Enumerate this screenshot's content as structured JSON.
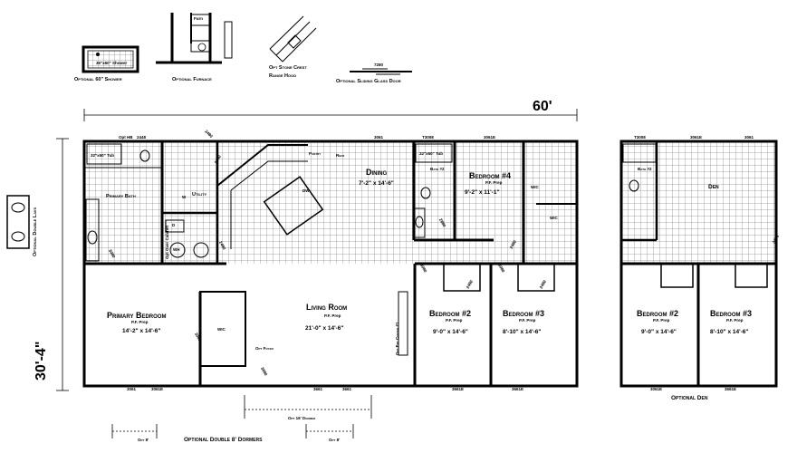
{
  "options": {
    "shower": "Optional 60\" Shower",
    "furnace": "Optional Furnace",
    "hood_line1": "Opt Stone Crest",
    "hood_line2": "Range Hood",
    "slider": "Optional Sliding Glass Door",
    "slider_size": "7280",
    "dormers": "Optional Double 8' Dormers",
    "dormer_16": "Opt 16' Dormer",
    "dormer_8a": "Opt 8'",
    "dormer_8b": "Opt 8'",
    "double_lavs": "Optional Double Lavs",
    "den_title": "Optional Den",
    "furnace_lbl": "Furn",
    "shower_size": "36\"x60\" Shower"
  },
  "dimensions": {
    "width": "60'",
    "depth": "30'-4\""
  },
  "rooms": {
    "primary_bedroom": {
      "name": "Primary Bedroom",
      "size": "14'-2\" x 14'-6\""
    },
    "living_room": {
      "name": "Living Room",
      "size": "21'-0\" x 14'-6\""
    },
    "dining": {
      "name": "Dining",
      "size": "7'-2\" x 14'-6\""
    },
    "bedroom4": {
      "name": "Bedroom #4",
      "size": "9'-2\" x 11'-1\""
    },
    "bedroom2": {
      "name": "Bedroom #2",
      "size": "9'-0\" x 14'-6\""
    },
    "bedroom3": {
      "name": "Bedroom #3",
      "size": "8'-10\" x 14'-6\""
    },
    "den": {
      "name": "Den"
    },
    "den_bedroom2": {
      "name": "Bedroom #2",
      "size": "9'-0\" x 14'-6\""
    },
    "den_bedroom3": {
      "name": "Bedroom #3",
      "size": "8'-10\" x 14'-6\""
    }
  },
  "labels": {
    "opt": "Opt",
    "pf_prep": "P.F. Prep",
    "primary_bath": "Primary Bath",
    "utility": "Utility",
    "pantry": "Pantry",
    "refr": "Refr",
    "bath2": "Bath #2",
    "bath2_den": "Bath #2",
    "wic": "WIC",
    "opt_ent_center": "Opt Ent Center #1",
    "opt_foyer": "Opt Foyer",
    "tub": "32\"x60\" Tub",
    "dw": "DW",
    "wh": "WH",
    "dryer": "D",
    "washer": "W",
    "opt_over_cabinet": "Opt Over Cabinet",
    "opt_hb": "Opt HB"
  },
  "windows": {
    "w2448": "2448",
    "w3061a": "3061",
    "wT3008": "T3008",
    "w3061E_a": "3061E",
    "w3061b": "3061",
    "w3061E_b": "3061E",
    "w3661": "3661",
    "w3661b": "3661",
    "w3661E": "3661E",
    "w3061E_c": "3061E",
    "w3661E_b": "3661E",
    "den_T3008": "T3008",
    "den_3061E": "3061E",
    "den_3061": "3061",
    "den_3061E_b": "3061E",
    "den_3661E": "3661E"
  },
  "doors": {
    "d2480a": "2480",
    "d2480b": "2480",
    "d2480c": "2480",
    "d3080a": "3080",
    "d3080b": "3080",
    "d3080c": "3080",
    "d3080d": "3080",
    "d2480d": "2480",
    "d2480e": "2480",
    "d2480f": "2480",
    "d3476": "3476",
    "d2880": "2880",
    "d3680": "3680"
  }
}
